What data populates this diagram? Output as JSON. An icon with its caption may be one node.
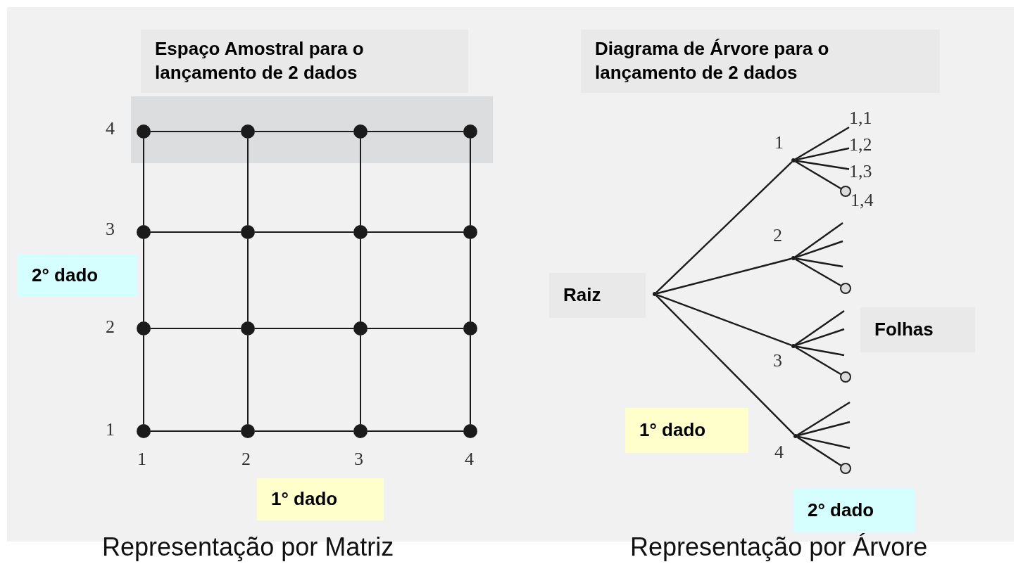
{
  "diagram": {
    "nodes": [
      {
        "text": [
          "Espaço Amostral para o lançamento de 2 dados"
        ]
      },
      {
        "text": [
          "Diagrama de Árvore para o lançamento de 2 dados"
        ]
      },
      {
        "text": [
          "2° dado"
        ]
      },
      {
        "text": [
          "1° dado"
        ]
      },
      {
        "text": [
          "Raiz"
        ]
      },
      {
        "text": [
          "Folhas"
        ]
      },
      {
        "text": [
          "1° dado"
        ]
      },
      {
        "text": [
          "2° dado"
        ]
      },
      {
        "text": [],
        "shape": "point"
      },
      {
        "text": [],
        "shape": "point",
        "beside": [
          "1"
        ]
      },
      {
        "text": [],
        "shape": "point",
        "beside": [
          "2"
        ]
      },
      {
        "text": [],
        "shape": "point",
        "beside": [
          "3"
        ]
      },
      {
        "text": [],
        "shape": "point",
        "beside": [
          "4"
        ]
      },
      {
        "text": [
          "1,1"
        ]
      },
      {
        "text": [
          "1,2"
        ]
      },
      {
        "text": [
          "1,3"
        ]
      },
      {
        "text": [],
        "shape": "circle",
        "beside": [
          "1,4"
        ]
      },
      {
        "text": [],
        "shape": "circle"
      },
      {
        "text": [],
        "shape": "circle"
      },
      {
        "text": [],
        "shape": "circle"
      },
      {
        "text": [],
        "shape": "dot"
      },
      {
        "text": [],
        "shape": "dot"
      },
      {
        "text": [],
        "shape": "dot"
      },
      {
        "text": [],
        "shape": "dot"
      },
      {
        "text": [],
        "shape": "dot"
      },
      {
        "text": [],
        "shape": "dot"
      },
      {
        "text": [],
        "shape": "dot"
      },
      {
        "text": [],
        "shape": "dot"
      },
      {
        "text": [],
        "shape": "dot"
      },
      {
        "text": [],
        "shape": "dot"
      },
      {
        "text": [],
        "shape": "dot"
      },
      {
        "text": [],
        "shape": "dot"
      },
      {
        "text": [],
        "shape": "dot"
      },
      {
        "text": [],
        "shape": "dot"
      },
      {
        "text": [],
        "shape": "dot"
      },
      {
        "text": [],
        "shape": "dot"
      }
    ],
    "edges": [
      {
        "from": 8,
        "to": 9,
        "arrow": "none"
      },
      {
        "from": 8,
        "to": 10,
        "arrow": "none"
      },
      {
        "from": 8,
        "to": 11,
        "arrow": "none"
      },
      {
        "from": 8,
        "to": 12,
        "arrow": "none"
      },
      {
        "from": 9,
        "to": 13,
        "arrow": "none"
      },
      {
        "from": 9,
        "to": 14,
        "arrow": "none"
      },
      {
        "from": 9,
        "to": 15,
        "arrow": "none"
      },
      {
        "from": 9,
        "to": 16,
        "arrow": "none"
      },
      {
        "from": 10,
        "to": null,
        "arrow": "none"
      },
      {
        "from": 10,
        "to": null,
        "arrow": "none"
      },
      {
        "from": 10,
        "to": null,
        "arrow": "none"
      },
      {
        "from": 10,
        "to": 17,
        "arrow": "none"
      },
      {
        "from": 11,
        "to": null,
        "arrow": "none"
      },
      {
        "from": 11,
        "to": null,
        "arrow": "none"
      },
      {
        "from": 11,
        "to": null,
        "arrow": "none"
      },
      {
        "from": 11,
        "to": 18,
        "arrow": "none"
      },
      {
        "from": 12,
        "to": null,
        "arrow": "none"
      },
      {
        "from": 12,
        "to": null,
        "arrow": "none"
      },
      {
        "from": 12,
        "to": null,
        "arrow": "none"
      },
      {
        "from": 12,
        "to": 19,
        "arrow": "none"
      },
      {
        "from": 20,
        "to": 21,
        "arrow": "none"
      },
      {
        "from": 21,
        "to": 22,
        "arrow": "none"
      },
      {
        "from": 22,
        "to": 23,
        "arrow": "none"
      },
      {
        "from": 24,
        "to": 25,
        "arrow": "none"
      },
      {
        "from": 25,
        "to": 26,
        "arrow": "none"
      },
      {
        "from": 26,
        "to": 27,
        "arrow": "none"
      },
      {
        "from": 28,
        "to": 29,
        "arrow": "none"
      },
      {
        "from": 29,
        "to": 30,
        "arrow": "none"
      },
      {
        "from": 30,
        "to": 31,
        "arrow": "none"
      },
      {
        "from": 32,
        "to": 33,
        "arrow": "none"
      },
      {
        "from": 33,
        "to": 34,
        "arrow": "none"
      },
      {
        "from": 34,
        "to": 35,
        "arrow": "none"
      },
      {
        "from": 20,
        "to": 24,
        "arrow": "none"
      },
      {
        "from": 24,
        "to": 28,
        "arrow": "none"
      },
      {
        "from": 28,
        "to": 32,
        "arrow": "none"
      },
      {
        "from": 21,
        "to": 25,
        "arrow": "none"
      },
      {
        "from": 25,
        "to": 29,
        "arrow": "none"
      },
      {
        "from": 29,
        "to": 33,
        "arrow": "none"
      },
      {
        "from": 22,
        "to": 26,
        "arrow": "none"
      },
      {
        "from": 26,
        "to": 30,
        "arrow": "none"
      },
      {
        "from": 30,
        "to": 34,
        "arrow": "none"
      },
      {
        "from": 23,
        "to": 27,
        "arrow": "none"
      },
      {
        "from": 27,
        "to": 31,
        "arrow": "none"
      },
      {
        "from": 31,
        "to": 35,
        "arrow": "none"
      }
    ],
    "labels": [
      "4",
      "3",
      "2",
      "1",
      "1",
      "2",
      "3",
      "4",
      "Representação por Matriz",
      "Representação por Árvore"
    ]
  }
}
